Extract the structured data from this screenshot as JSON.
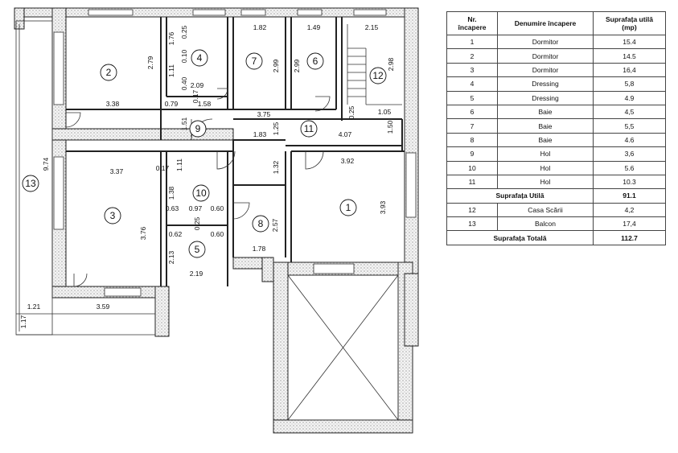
{
  "table": {
    "headers": [
      "Nr.\nîncapere",
      "Denumire încapere",
      "Suprafața utilă\n(mp)"
    ],
    "rows": [
      {
        "nr": "1",
        "name": "Dormitor",
        "area": "15.4"
      },
      {
        "nr": "2",
        "name": "Dormitor",
        "area": "14.5"
      },
      {
        "nr": "3",
        "name": "Dormitor",
        "area": "16,4"
      },
      {
        "nr": "4",
        "name": "Dressing",
        "area": "5,8"
      },
      {
        "nr": "5",
        "name": "Dressing",
        "area": "4.9"
      },
      {
        "nr": "6",
        "name": "Baie",
        "area": "4,5"
      },
      {
        "nr": "7",
        "name": "Baie",
        "area": "5,5"
      },
      {
        "nr": "8",
        "name": "Baie",
        "area": "4.6"
      },
      {
        "nr": "9",
        "name": "Hol",
        "area": "3,6"
      },
      {
        "nr": "10",
        "name": "Hol",
        "area": "5.6"
      },
      {
        "nr": "11",
        "name": "Hol",
        "area": "10.3"
      }
    ],
    "subtotal": {
      "label": "Suprafața Utilă",
      "value": "91.1"
    },
    "extra_rows": [
      {
        "nr": "12",
        "name": "Casa Scării",
        "area": "4,2"
      },
      {
        "nr": "13",
        "name": "Balcon",
        "area": "17,4"
      }
    ],
    "total": {
      "label": "Suprafața Totală",
      "value": "112.7"
    }
  },
  "rooms": [
    "1",
    "2",
    "3",
    "4",
    "5",
    "6",
    "7",
    "8",
    "9",
    "10",
    "11",
    "12",
    "13"
  ],
  "dims": [
    "2.79",
    "3.38",
    "0.25",
    "0.10",
    "1.76",
    "1.11",
    "0.40",
    "0.17",
    "2.09",
    "0.79",
    "1.58",
    "0.25",
    "1.82",
    "2.99",
    "1.49",
    "2.99",
    "2.15",
    "2.98",
    "3.75",
    "1.05",
    "1.51",
    "1.83",
    "1.25",
    "4.07",
    "1.50",
    "3.37",
    "0.17",
    "1.11",
    "1.38",
    "1.32",
    "3.92",
    "0.63",
    "0.97",
    "0.60",
    "0.25",
    "0.62",
    "0.60",
    "2.13",
    "2.19",
    "2.57",
    "1.78",
    "3.76",
    "3.93",
    "9.74",
    "1.21",
    "3.59",
    "1.17"
  ]
}
